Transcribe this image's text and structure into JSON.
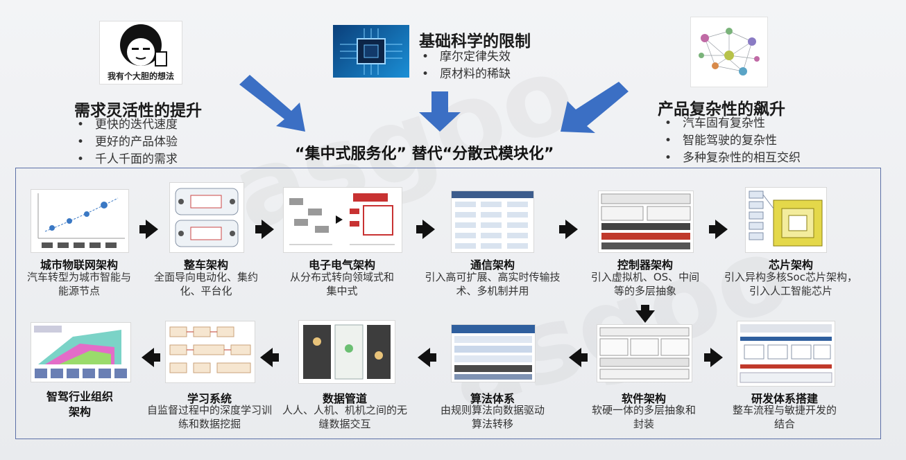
{
  "top": {
    "meme_caption": "我有个大胆的想法",
    "left": {
      "title": "需求灵活性的提升",
      "bullets": [
        "更快的迭代速度",
        "更好的产品体验",
        "千人千面的需求"
      ]
    },
    "center": {
      "title": "基础科学的限制",
      "bullets": [
        "摩尔定律失效",
        "原材料的稀缺"
      ]
    },
    "right": {
      "title": "产品复杂性的飙升",
      "bullets": [
        "汽车固有复杂性",
        "智能驾驶的复杂性",
        "多种复杂性的相互交织"
      ]
    },
    "conclusion": "“集中式服务化” 替代“分散式模块化”"
  },
  "row1": [
    {
      "title": "城市物联网架构",
      "desc": "汽车转型为城市智能与能源节点"
    },
    {
      "title": "整车架构",
      "desc": "全面导向电动化、集约化、平台化"
    },
    {
      "title": "电子电气架构",
      "desc": "从分布式转向领域式和集中式"
    },
    {
      "title": "通信架构",
      "desc": "引入高可扩展、高实时传输技术、多机制并用"
    },
    {
      "title": "控制器架构",
      "desc": "引入虚拟机、OS、中间等的多层抽象"
    },
    {
      "title": "芯片架构",
      "desc": "引入异构多核Soc芯片架构，引入人工智能芯片"
    }
  ],
  "row2": [
    {
      "title": "智驾行业组织架构",
      "desc": ""
    },
    {
      "title": "学习系统",
      "desc": "自监督过程中的深度学习训练和数据挖掘"
    },
    {
      "title": "数据管道",
      "desc": "人人、人机、机机之间的无缝数据交互"
    },
    {
      "title": "算法体系",
      "desc": "由规则算法向数据驱动算法转移"
    },
    {
      "title": "软件架构",
      "desc": "软硬一体的多层抽象和封装"
    },
    {
      "title": "研发体系搭建",
      "desc": "整车流程与敏捷开发的结合"
    }
  ],
  "colors": {
    "arrow_blue": "#3b6fc4",
    "frame": "#5b6fa6"
  }
}
